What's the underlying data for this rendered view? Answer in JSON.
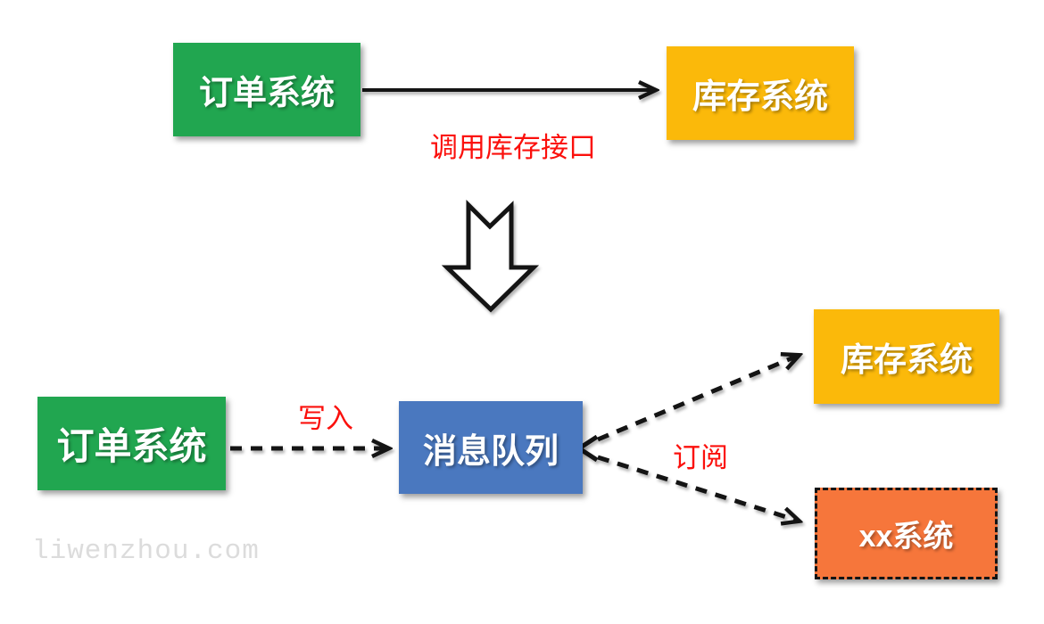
{
  "diagram": {
    "watermark": "liwenzhou.com",
    "nodes": {
      "order_top": {
        "label": "订单系统"
      },
      "inventory_top": {
        "label": "库存系统"
      },
      "order_bottom": {
        "label": "订单系统"
      },
      "message_queue": {
        "label": "消息队列"
      },
      "inventory_bottom": {
        "label": "库存系统"
      },
      "xx_system": {
        "label": "xx系统"
      }
    },
    "edges": {
      "call_api": {
        "label": "调用库存接口"
      },
      "write": {
        "label": "写入"
      },
      "subscribe": {
        "label": "订阅"
      }
    },
    "colors": {
      "green": "#21a650",
      "yellow": "#fbb90a",
      "blue": "#4a78bf",
      "orange": "#f6763b",
      "label_red": "#fb100c",
      "arrow_black": "#141414",
      "watermark_gray": "#dcdcdc",
      "background": "#ffffff"
    }
  }
}
